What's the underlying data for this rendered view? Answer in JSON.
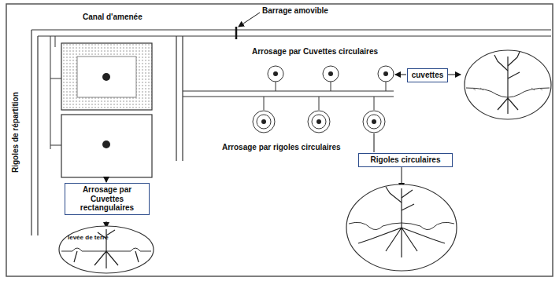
{
  "diagram": {
    "nodes": [
      {
        "text": [
          "cuvettes"
        ]
      },
      {
        "text": [
          "Rigoles circulaires"
        ]
      },
      {
        "text": [
          "Arrosage par Cuvettes rectangulaires"
        ]
      }
    ],
    "labels": [
      "Canal d'amenée",
      "Barrage amovible",
      "Arrosage par Cuvettes circulaires",
      "Arrosage par rigoles circulaires",
      "Rigoles de répartition",
      "levée de terre"
    ]
  }
}
